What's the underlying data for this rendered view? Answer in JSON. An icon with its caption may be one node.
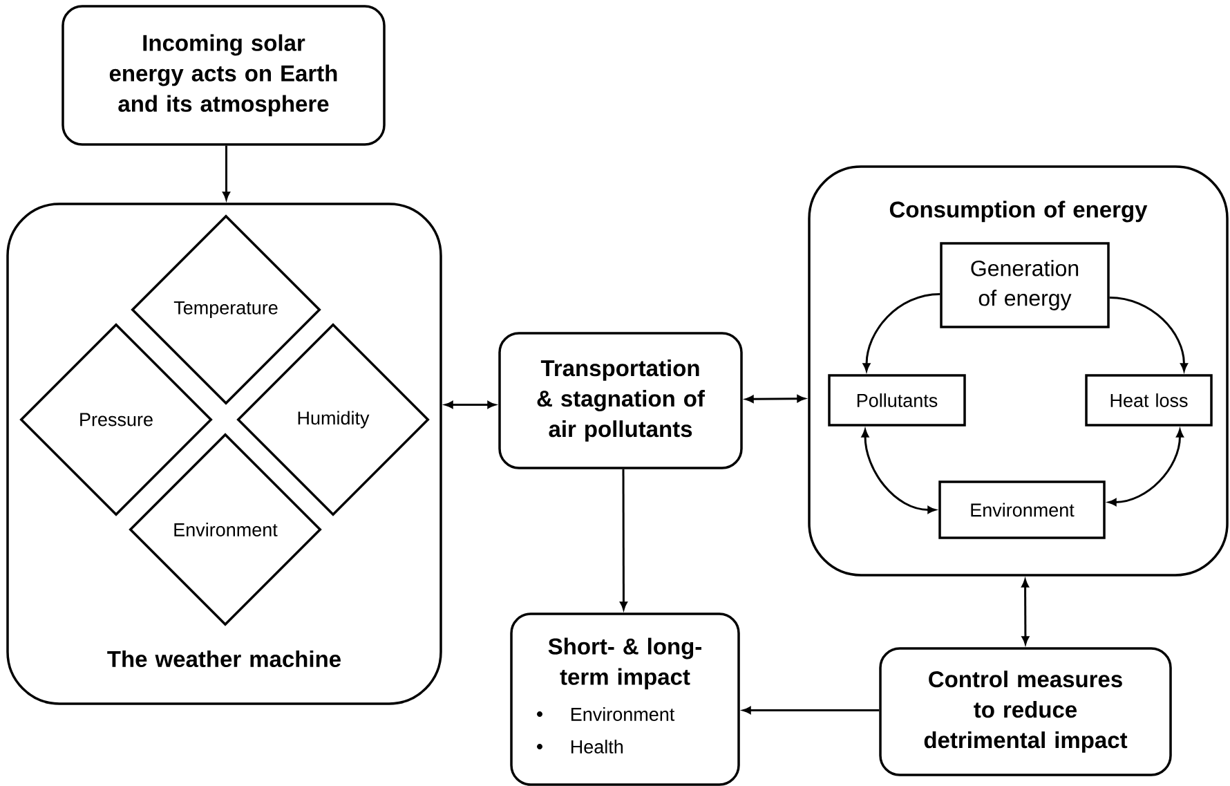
{
  "diagram": {
    "nodes": [
      {
        "text": [
          "Incoming solar energy acts on Earth and its atmosphere"
        ]
      },
      {
        "text": [
          "The weather machine"
        ]
      },
      {
        "text": [
          "Temperature"
        ],
        "in": 1
      },
      {
        "text": [
          "Pressure"
        ],
        "in": 1
      },
      {
        "text": [
          "Humidity"
        ],
        "in": 1
      },
      {
        "text": [
          "Environment"
        ],
        "in": 1
      },
      {
        "text": [
          "Transportation & stagnation of air pollutants"
        ]
      },
      {
        "text": [
          "Consumption of energy"
        ]
      },
      {
        "text": [
          "Generation of energy"
        ],
        "in": 7
      },
      {
        "text": [
          "Pollutants"
        ],
        "in": 7
      },
      {
        "text": [
          "Heat loss"
        ],
        "in": 7
      },
      {
        "text": [
          "Environment"
        ],
        "in": 7
      },
      {
        "text": [
          "Short- & long-term impact",
          "Environment",
          "Health"
        ]
      },
      {
        "text": [
          "Control measures to reduce detrimental impact"
        ]
      }
    ],
    "edges": [
      {
        "from": 0,
        "to": 1,
        "arrow": "to"
      },
      {
        "from": 1,
        "to": 6,
        "arrow": "both"
      },
      {
        "from": 6,
        "to": 7,
        "arrow": "both"
      },
      {
        "from": 8,
        "to": 9,
        "arrow": "to"
      },
      {
        "from": 8,
        "to": 10,
        "arrow": "to"
      },
      {
        "from": 9,
        "to": 11,
        "arrow": "both"
      },
      {
        "from": 10,
        "to": 11,
        "arrow": "both"
      },
      {
        "from": 6,
        "to": 12,
        "arrow": "to"
      },
      {
        "from": 7,
        "to": 13,
        "arrow": "both"
      },
      {
        "from": 13,
        "to": 12,
        "arrow": "to"
      }
    ]
  }
}
